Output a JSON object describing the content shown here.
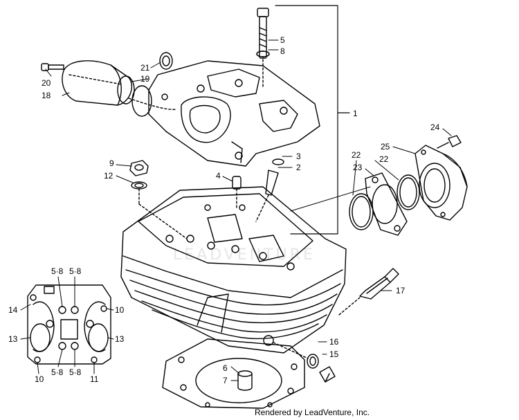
{
  "labels": {
    "l1": "1",
    "l2": "2",
    "l3": "3",
    "l4": "4",
    "l5": "5",
    "l6": "6",
    "l7": "7",
    "l8": "8",
    "l9": "9",
    "l12": "12",
    "l16": "16",
    "l15": "15",
    "l17": "17",
    "l18": "18",
    "l19": "19",
    "l20": "20",
    "l21": "21",
    "l22a": "22",
    "l22b": "22",
    "l23": "23",
    "l24": "24",
    "l25": "25",
    "inset_58_tl": "5·8",
    "inset_58_tr": "5·8",
    "inset_58_bl": "5·8",
    "inset_58_br": "5·8",
    "inset_14": "14",
    "inset_10_r": "10",
    "inset_13_l": "13",
    "inset_13_r": "13",
    "inset_10_b": "10",
    "inset_11": "11"
  },
  "watermark": "LEADVENTURE",
  "footer": "Rendered by LeadVenture, Inc."
}
